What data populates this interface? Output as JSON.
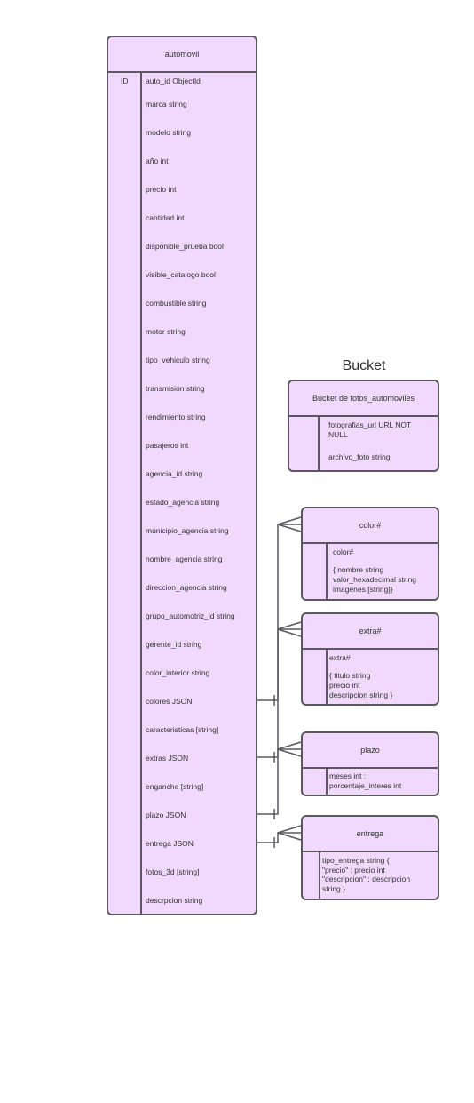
{
  "automovil": {
    "title": "automovil",
    "pk": "ID",
    "fields": [
      "auto_id ObjectId",
      "marca string",
      "modelo string",
      "año int",
      "precio int",
      "cantidad int",
      "disponible_prueba bool",
      "visible_catalogo bool",
      "combustible string",
      "motor string",
      "tipo_vehiculo string",
      "transmisión string",
      "rendimiento string",
      "pasajeros int",
      "agencia_id string",
      "estado_agencia string",
      "municipio_agencia string",
      "nombre_agencia string",
      "direccion_agencia string",
      "grupo_automotriz_id string",
      "gerente_id string",
      "color_interior string",
      "colores JSON",
      "caracteristicas [string]",
      "extras JSON",
      "enganche [string]",
      "plazo JSON",
      "entrega JSON",
      "fotos_3d [string]",
      "descrpcion string"
    ]
  },
  "bucket": {
    "section_title": "Bucket",
    "title": "Bucket de fotos_automoviles",
    "field_1": "fotografias_url URL NOT NULL",
    "field_2": "archivo_foto string"
  },
  "color": {
    "title": "color#",
    "name": "color#",
    "body": "{ nombre string\nvalor_hexadecimal string\nimagenes [string]}"
  },
  "extra": {
    "title": "extra#",
    "name": "extra#",
    "body": "{ titulo string\nprecio int\ndescripcion string }"
  },
  "plazo": {
    "title": "plazo",
    "body": "meses int :\nporcentaje_interes int"
  },
  "entrega": {
    "title": "entrega",
    "body": "tipo_entrega string {\n\"precio\" : precio int\n\"descripcion\" : descripcion\nstring }"
  },
  "colors": {
    "entity_fill": "#f0d9fc",
    "border": "#5c5760",
    "text": "#333333"
  }
}
